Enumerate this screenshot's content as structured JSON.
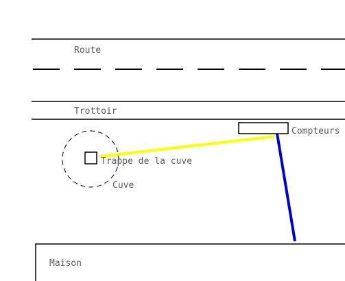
{
  "labels": {
    "route": "Route",
    "trottoir": "Trottoir",
    "compteurs": "Compteurs",
    "trappe": "Trappe de la cuve",
    "cuve": "Cuve",
    "maison": "Maison"
  },
  "colors": {
    "lines": "#000000",
    "text": "#5a5a5a",
    "yellow_pipe": "#ffff00",
    "blue_pipe": "#0000cc",
    "background": "#ffffff"
  }
}
